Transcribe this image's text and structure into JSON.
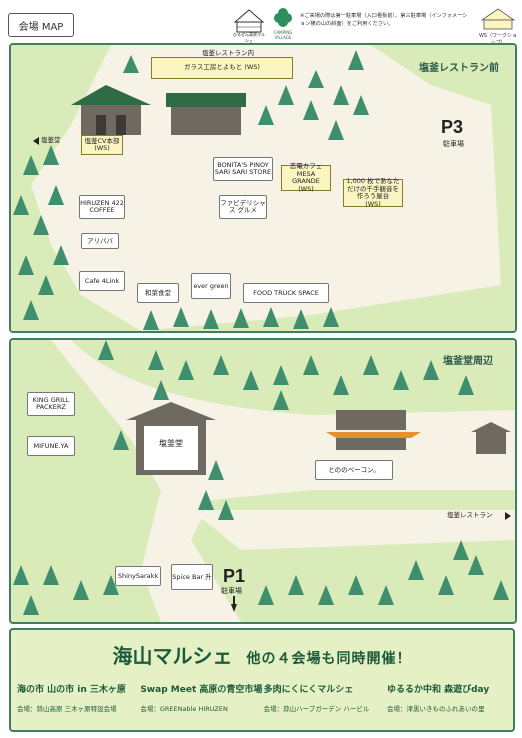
{
  "header": {
    "title": "会場 MAP",
    "logo1": "ひるぜん高原マルシェ",
    "logo2": "CAMPING VILLAGE",
    "note": "※ご来場の際は第一駐車場（入口看板前）、第三駐車場（インフォメーション横の山の斜面）をご利用ください。",
    "ws_legend": "WS（ワークショップ）"
  },
  "top_area": {
    "region_right": "塩釜レストラン前",
    "restaurant_label": "塩釜レストラン内",
    "glass_ws": "ガラス工房とよもと (WS)",
    "to_shiogamado": "塩釜堂",
    "cv_honbu": "塩釜CV本部",
    "cv_ws": "(WS)",
    "bonitas": "BONITA'S PINOY SARI SARI STORE",
    "dentou_cafe": "恋電カフェ MESA GRANDE",
    "dentou_ws": "(WS)",
    "senbazuru": "1,000 枚であなただけの千手観音を作ろう屋台",
    "senbazuru_ws": "(WS)",
    "hiruzen_coffee": "HIRUZEN 422 COFFEE",
    "fabideri": "ファビデリシャス グルメ",
    "alibaba": "アリババ",
    "cafe4link": "Cafe 4Link",
    "wasai": "和菜食堂",
    "evergreen": "ever green",
    "foodtruck": "FOOD TRUCK SPACE",
    "p3": "P3",
    "p3_label": "駐車場"
  },
  "middle_area": {
    "region_right": "塩釜堂周辺",
    "king_grill": "KING GRILL PACKERZ",
    "mifune": "MIFUNE.YA",
    "shiogamado": "塩釜堂",
    "tonono": "とののベーコン。",
    "to_restaurant": "塩釜レストラン",
    "shiny": "ShinySarakk",
    "spicebar": "Spice Bar 升",
    "p1": "P1",
    "p1_label": "駐車場"
  },
  "bottom": {
    "logo": "海山マルシェ",
    "subtitle": "他の４会場も同時開催！",
    "events": [
      {
        "name": "海の市 山の市 in 三木ヶ原",
        "venue": "会場：蒜山高原 三木ヶ原特設会場"
      },
      {
        "name": "Swap Meet 高原の青空市場",
        "venue": "会場：GREENable HIRUZEN"
      },
      {
        "name": "多肉にくにくマルシェ",
        "venue": "会場：蒜山ハーブガーデン ハービル"
      },
      {
        "name": "ゆるるか中和 森遊びday",
        "venue": "会場：津黒いきものふれあいの里"
      }
    ]
  },
  "colors": {
    "grass": "#d9ebb8",
    "path": "#f6f2e6",
    "tree": "#3f8f6e",
    "panel_border": "#3e7f5f",
    "roof_green": "#2f6b44",
    "roof_orange": "#e3922f",
    "ws_yellow": "#fbf5c2"
  }
}
